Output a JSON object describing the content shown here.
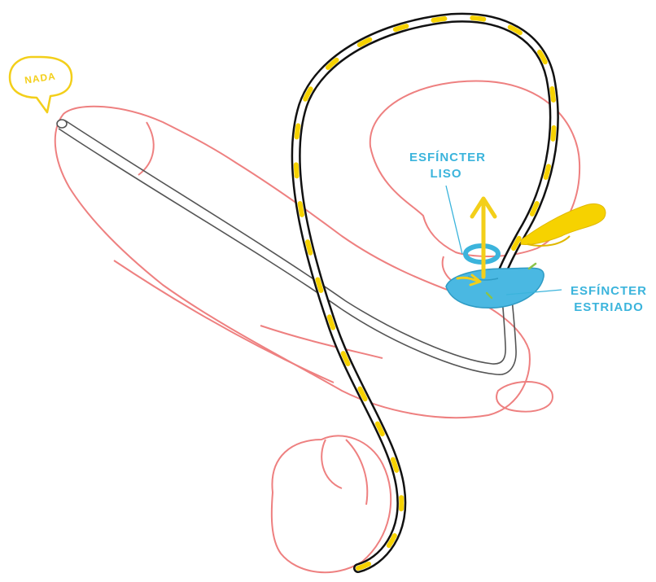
{
  "speech_bubble": {
    "text": "NADA"
  },
  "labels": {
    "smooth_sphincter": [
      "ESFÍNCTER",
      "LISO"
    ],
    "striated_sphincter": [
      "ESFÍNCTER",
      "ESTRIADO"
    ]
  },
  "colors": {
    "anatomy_outline": "#ee8080",
    "duct_fill": "#f6d200",
    "duct_outline": "#111111",
    "sphincter": "#3bb4dc",
    "urethra": "#555555",
    "arrows": "#f3cf1a"
  }
}
